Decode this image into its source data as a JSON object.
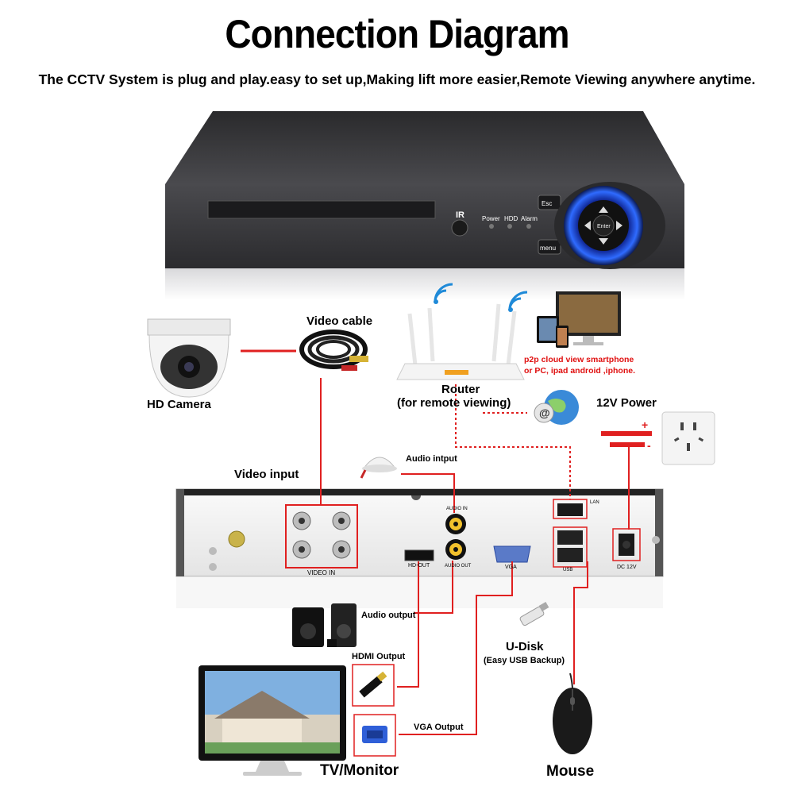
{
  "header": {
    "title": "Connection Diagram",
    "subtitle": "The CCTV System is plug and play.easy to set up,Making lift more easier,Remote Viewing anywhere anytime."
  },
  "dvr_front": {
    "ir_label": "IR",
    "power_label": "Power",
    "hdd_label": "HDD",
    "alarm_label": "Alarm",
    "esc_label": "Esc",
    "menu_label": "menu",
    "enter_label": "Enter"
  },
  "components": {
    "camera": "HD Camera",
    "video_cable": "Video cable",
    "router": "Router",
    "router_sub": "(for remote viewing)",
    "p2p_line1": "p2p cloud  view smartphone",
    "p2p_line2": "or PC, ipad android ,iphone.",
    "power": "12V Power",
    "video_input": "Video input",
    "audio_input": "Audio intput",
    "audio_output": "Audio output",
    "hdmi_output": "HDMI Output",
    "vga_output": "VGA Output",
    "udisk": "U-Disk",
    "udisk_sub": "(Easy USB Backup)",
    "tv_monitor": "TV/Monitor",
    "mouse": "Mouse"
  },
  "dvr_back": {
    "video_in": "VIDEO IN",
    "hd_out": "HD-OUT",
    "audio_in": "AUDIO IN",
    "audio_out": "AUDIO OUT",
    "vga": "VGA",
    "lan": "LAN",
    "usb": "USB",
    "dc12v": "DC 12V"
  },
  "colors": {
    "wire": "#e02020",
    "dvr_body": "#3a3a3c",
    "back_panel": "#f2f2f2",
    "accent_blue": "#1e62ff"
  }
}
